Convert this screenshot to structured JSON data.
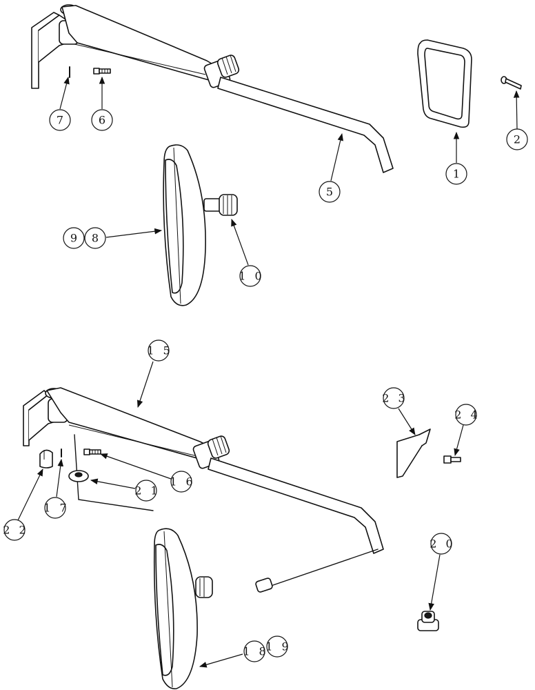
{
  "callouts": [
    {
      "id": "c1",
      "label": "1"
    },
    {
      "id": "c2",
      "label": "2"
    },
    {
      "id": "c5",
      "label": "5"
    },
    {
      "id": "c6",
      "label": "6"
    },
    {
      "id": "c7",
      "label": "7"
    },
    {
      "id": "c8",
      "label": "8"
    },
    {
      "id": "c9",
      "label": "9"
    },
    {
      "id": "c10",
      "label": "1 0"
    },
    {
      "id": "c15",
      "label": "1 5"
    },
    {
      "id": "c16",
      "label": "1 6"
    },
    {
      "id": "c17",
      "label": "1 7"
    },
    {
      "id": "c18",
      "label": "1 8"
    },
    {
      "id": "c19",
      "label": "1 9"
    },
    {
      "id": "c20",
      "label": "2 0"
    },
    {
      "id": "c21",
      "label": "2 1"
    },
    {
      "id": "c22",
      "label": "2 2"
    },
    {
      "id": "c23",
      "label": "2 3"
    },
    {
      "id": "c24",
      "label": "2 4"
    }
  ]
}
